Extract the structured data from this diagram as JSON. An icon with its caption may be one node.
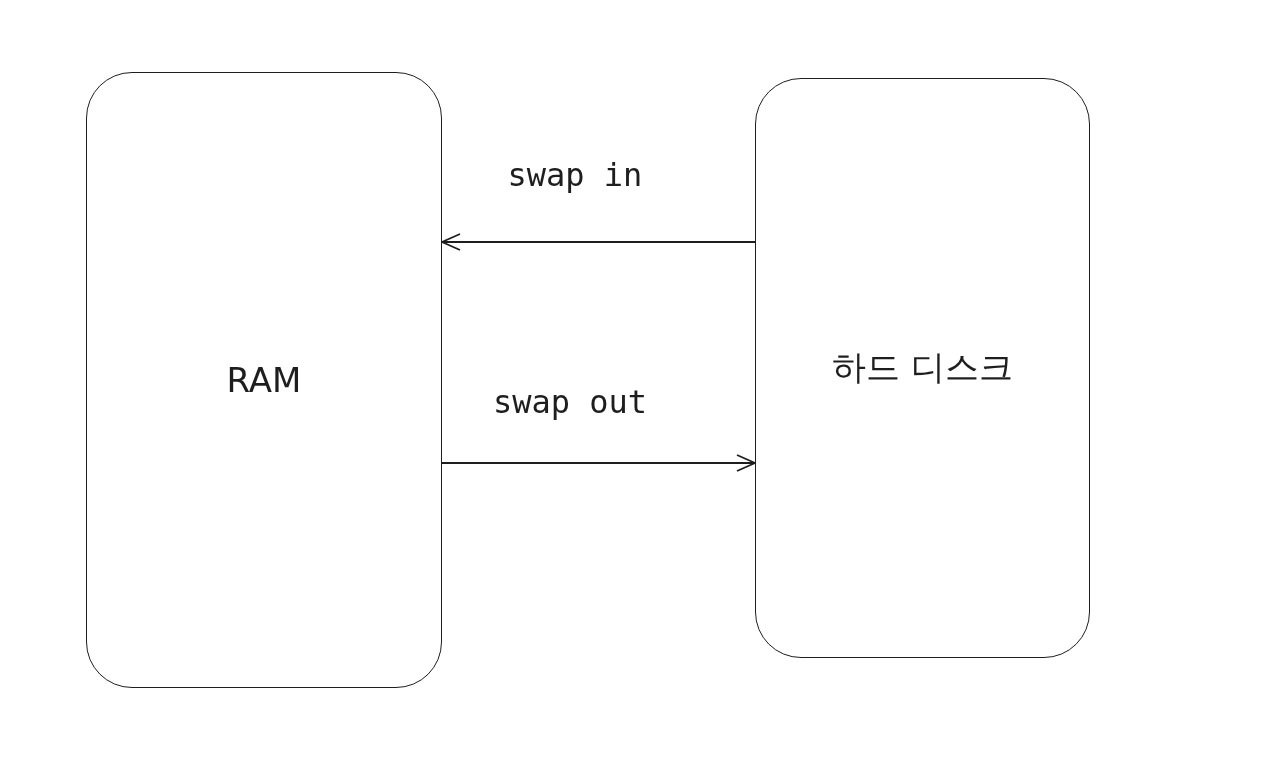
{
  "diagram": {
    "nodes": [
      {
        "text": [
          "RAM"
        ]
      },
      {
        "text": [
          "하드 디스크"
        ]
      }
    ],
    "edges": [
      {
        "from": 1,
        "to": 0,
        "arrow": "to",
        "label": "swap in"
      },
      {
        "from": 0,
        "to": 1,
        "arrow": "to",
        "label": "swap out"
      }
    ]
  }
}
